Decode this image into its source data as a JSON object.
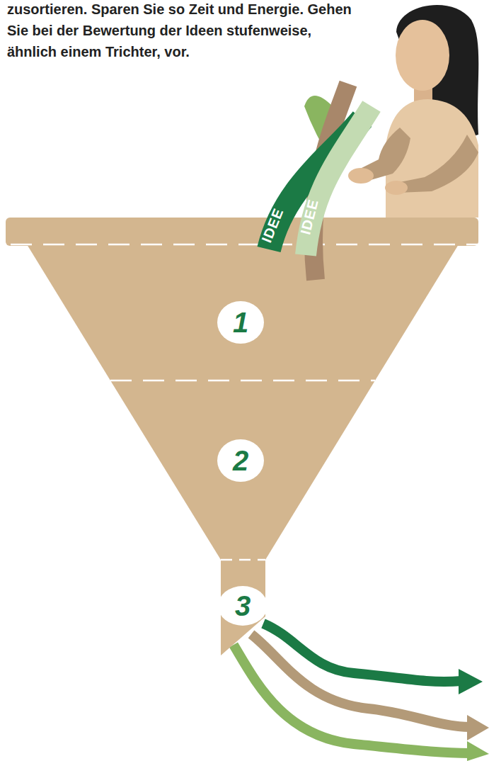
{
  "diagram": {
    "nodes": [
      {
        "text": [
          "1"
        ]
      },
      {
        "text": [
          "2"
        ]
      },
      {
        "text": [
          "3"
        ]
      }
    ],
    "labels": [
      "zusortieren. Sparen Sie so Zeit und Energie. Gehen Sie bei der Bewertung der Ideen stufenweise, ähnlich einem Trichter, vor.",
      "IDEE",
      "IDEE"
    ]
  }
}
